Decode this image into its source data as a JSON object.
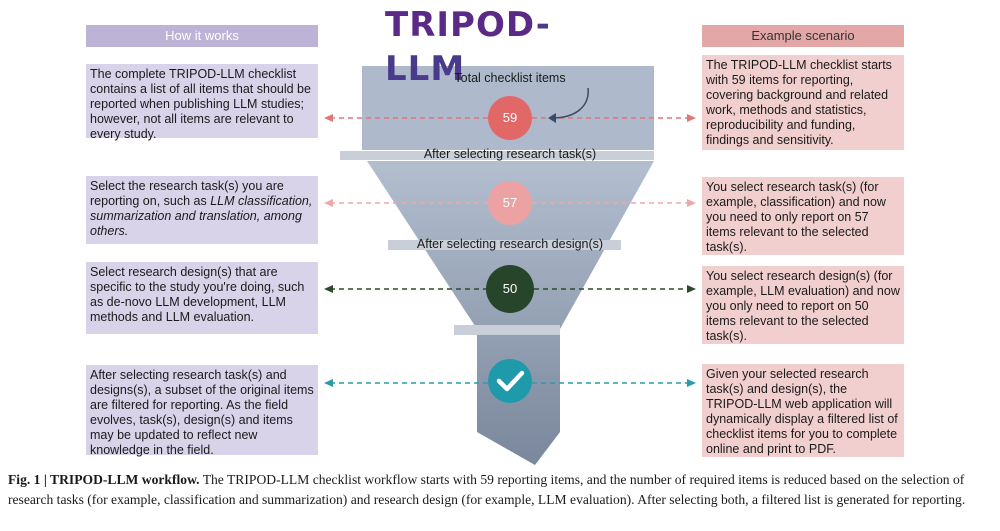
{
  "logo": {
    "part1": "TRIPOD",
    "part2": "-LLM"
  },
  "headers": {
    "left": "How it works",
    "right": "Example scenario"
  },
  "funnel": {
    "top_label": "Total checklist items",
    "stage1_label": "After selecting research task(s)",
    "stage2_label": "After selecting research design(s)",
    "counts": [
      "59",
      "57",
      "50"
    ],
    "final_icon": "checkmark-icon"
  },
  "left_boxes": [
    {
      "text": "The complete TRIPOD-LLM checklist contains a list of all items that should be reported when publishing LLM studies; however, not all items are relevant to every study."
    },
    {
      "text_plain": "Select the research task(s) you are reporting on, such as ",
      "text_italic": "LLM classification, summarization and translation, among others."
    },
    {
      "text": "Select research design(s) that are specific to the study you're doing, such as de-novo LLM development, LLM methods and LLM evaluation."
    },
    {
      "text": "After selecting research task(s) and designs(s), a subset of the original items are filtered for reporting. As the field evolves, task(s), design(s) and items may be updated to reflect new knowledge in the field."
    }
  ],
  "right_boxes": [
    {
      "text": "The TRIPOD-LLM checklist starts with 59 items for reporting, covering background and related work, methods and statistics, reproducibility and funding, findings and sensitivity."
    },
    {
      "text": "You select research task(s) (for example, classification) and now you need to only report on 57 items relevant to the selected task(s)."
    },
    {
      "text": "You select research design(s) (for example, LLM evaluation) and now you only need to report on 50 items relevant to the selected task(s)."
    },
    {
      "text": "Given your selected research task(s) and design(s), the TRIPOD-LLM web application will dynamically display a filtered list of checklist items for you to complete online and print to PDF."
    }
  ],
  "caption": {
    "label": "Fig. 1 | TRIPOD-LLM workflow.",
    "text": " The TRIPOD-LLM checklist workflow starts with 59 reporting items, and the number of required items is reduced based on the selection of research tasks (for example, classification and summarization) and research design (for example, LLM evaluation). After selecting both, a filtered list is generated for reporting."
  },
  "colors": {
    "funnel_top": "#aebacb",
    "funnel_bottom": "#7f8ba0",
    "bar": "#c9cfd8",
    "circle_59": "#e26868",
    "circle_57": "#eca2a2",
    "circle_50": "#26452a",
    "circle_check": "#1f9aab",
    "arrow_red": "#e07676",
    "arrow_pink": "#eda8a8",
    "arrow_green": "#2d4a2b",
    "arrow_teal": "#2a9bab"
  }
}
